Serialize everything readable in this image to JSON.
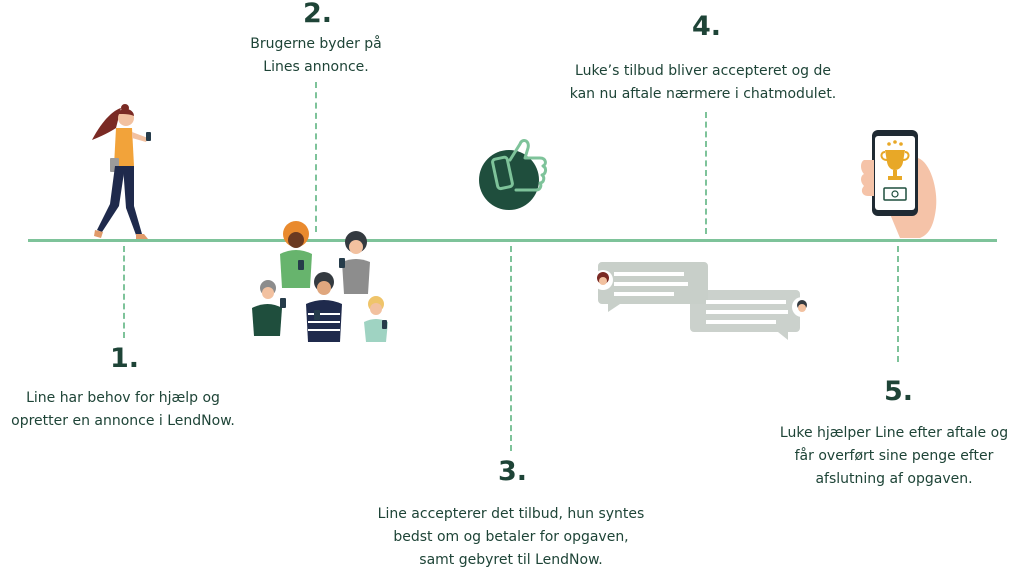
{
  "steps": [
    {
      "number": "1.",
      "text": [
        "Line har behov for hjælp og",
        "opretter en annonce i LendNow."
      ]
    },
    {
      "number": "2.",
      "text": [
        "Brugerne byder på",
        "Lines annonce."
      ]
    },
    {
      "number": "3.",
      "text": [
        "Line accepterer det tilbud, hun syntes",
        "bedst om og betaler for opgaven,",
        "samt gebyret til LendNow."
      ]
    },
    {
      "number": "4.",
      "text": [
        "Luke’s tilbud bliver accepteret og de",
        "kan nu aftale nærmere i chatmodulet."
      ]
    },
    {
      "number": "5.",
      "text": [
        "Luke hjælper Line efter aftale og",
        "får overført sine penge efter",
        "afslutning af opgaven."
      ]
    }
  ],
  "colors": {
    "line": "#7ec39a",
    "text": "#1e4437",
    "dark_green": "#1f4e3d",
    "chat_bubble": "#c8cfc9"
  },
  "icons": [
    "woman-walking-phone-icon",
    "group-of-bidders-icon",
    "thumbs-up-phone-icon",
    "chat-bubbles-icon",
    "phone-trophy-payment-icon"
  ]
}
